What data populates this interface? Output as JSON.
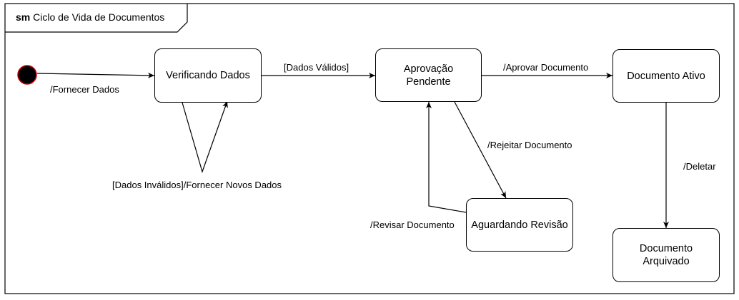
{
  "diagram": {
    "frame": {
      "keyword": "sm",
      "name": "Ciclo de Vida de Documentos"
    },
    "states": {
      "verificando": "Verificando Dados",
      "aprovacao": "Aprovação Pendente",
      "ativo": "Documento Ativo",
      "revisao": "Aguardando Revisão",
      "arquivado": "Documento Arquivado"
    },
    "transitions": {
      "fornecer_dados": "/Fornecer Dados",
      "dados_validos": "[Dados Válidos]",
      "dados_invalidos": "[Dados Inválidos]/Fornecer Novos Dados",
      "aprovar": "/Aprovar Documento",
      "rejeitar": "/Rejeitar Documento",
      "revisar": "/Revisar Documento",
      "deletar": "/Deletar"
    },
    "colors": {
      "initial_fill": "#000000",
      "initial_stroke": "#cc0000",
      "line": "#000000"
    }
  }
}
